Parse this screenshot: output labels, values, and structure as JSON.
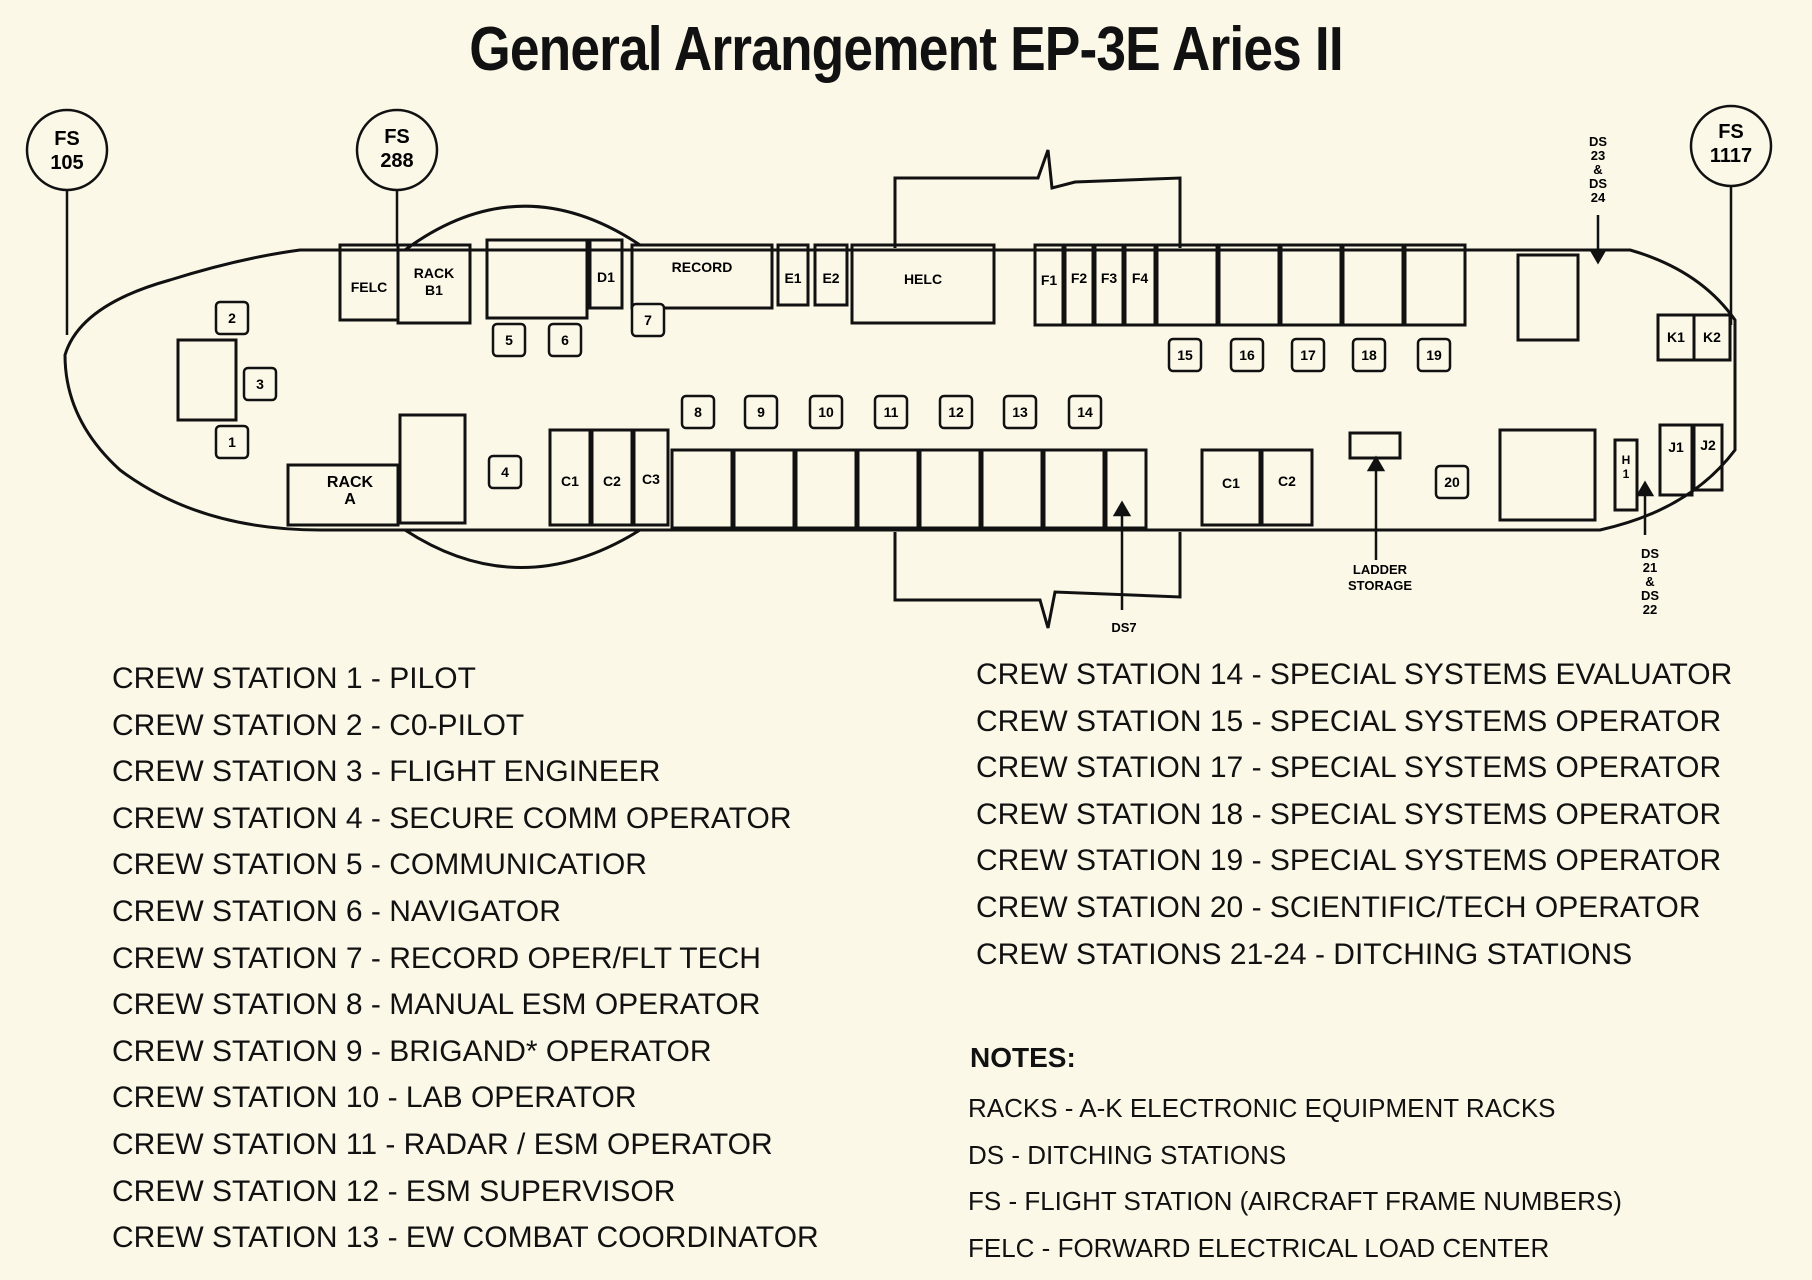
{
  "title": "General Arrangement EP-3E Aries II",
  "diagram": {
    "frame_markers": [
      {
        "id": "fs105",
        "line1": "FS",
        "line2": "105"
      },
      {
        "id": "fs288",
        "line1": "FS",
        "line2": "288"
      },
      {
        "id": "fs1117",
        "line1": "FS",
        "line2": "1117"
      }
    ],
    "racks": {
      "felc": "FELC",
      "rack_b1_l1": "RACK",
      "rack_b1_l2": "B1",
      "rack_a_l1": "RACK",
      "rack_a_l2": "A",
      "d1": "D1",
      "record": "RECORD",
      "e1": "E1",
      "e2": "E2",
      "helc": "HELC",
      "f1": "F1",
      "f2": "F2",
      "f3": "F3",
      "f4": "F4",
      "c1_fwd": "C1",
      "c2_fwd": "C2",
      "c3": "C3",
      "c1_aft": "C1",
      "c2_aft": "C2",
      "h1_l1": "H",
      "h1_l2": "1",
      "j1": "J1",
      "j2": "J2",
      "k1": "K1",
      "k2": "K2"
    },
    "stations": [
      "1",
      "2",
      "3",
      "4",
      "5",
      "6",
      "7",
      "8",
      "9",
      "10",
      "11",
      "12",
      "13",
      "14",
      "15",
      "16",
      "17",
      "18",
      "19",
      "20"
    ],
    "callouts": {
      "ds23_24": [
        "DS",
        "23",
        "&",
        "DS",
        "24"
      ],
      "ds21_22": [
        "DS",
        "21",
        "&",
        "DS",
        "22"
      ],
      "ds7": "DS7",
      "ladder_l1": "LADDER",
      "ladder_l2": "STORAGE"
    }
  },
  "crew_stations_left": [
    "CREW STATION 1 - PILOT",
    "CREW STATION 2 - C0-PILOT",
    "CREW STATION 3 - FLIGHT ENGINEER",
    "CREW STATION 4 - SECURE COMM OPERATOR",
    "CREW STATION 5 - COMMUNICATIOR",
    "CREW STATION 6 - NAVIGATOR",
    "CREW STATION 7 - RECORD OPER/FLT TECH",
    "CREW STATION 8 - MANUAL ESM OPERATOR",
    "CREW STATION 9 - BRIGAND* OPERATOR",
    "CREW STATION 10 - LAB OPERATOR",
    "CREW STATION 11 - RADAR / ESM OPERATOR",
    "CREW STATION 12 - ESM SUPERVISOR",
    "CREW STATION 13 - EW COMBAT COORDINATOR"
  ],
  "crew_stations_right": [
    "CREW STATION 14 - SPECIAL SYSTEMS EVALUATOR",
    "CREW STATION 15 - SPECIAL SYSTEMS OPERATOR",
    "CREW STATION 17 - SPECIAL SYSTEMS OPERATOR",
    "CREW STATION 18 - SPECIAL SYSTEMS OPERATOR",
    "CREW STATION 19 - SPECIAL SYSTEMS OPERATOR",
    "CREW STATION 20 - SCIENTIFIC/TECH OPERATOR",
    "CREW STATIONS 21-24 - DITCHING STATIONS"
  ],
  "notes": {
    "title": "NOTES:",
    "items": [
      "RACKS - A-K ELECTRONIC EQUIPMENT RACKS",
      "DS - DITCHING STATIONS",
      "FS - FLIGHT STATION (AIRCRAFT FRAME NUMBERS)",
      "FELC - FORWARD ELECTRICAL LOAD CENTER"
    ]
  }
}
